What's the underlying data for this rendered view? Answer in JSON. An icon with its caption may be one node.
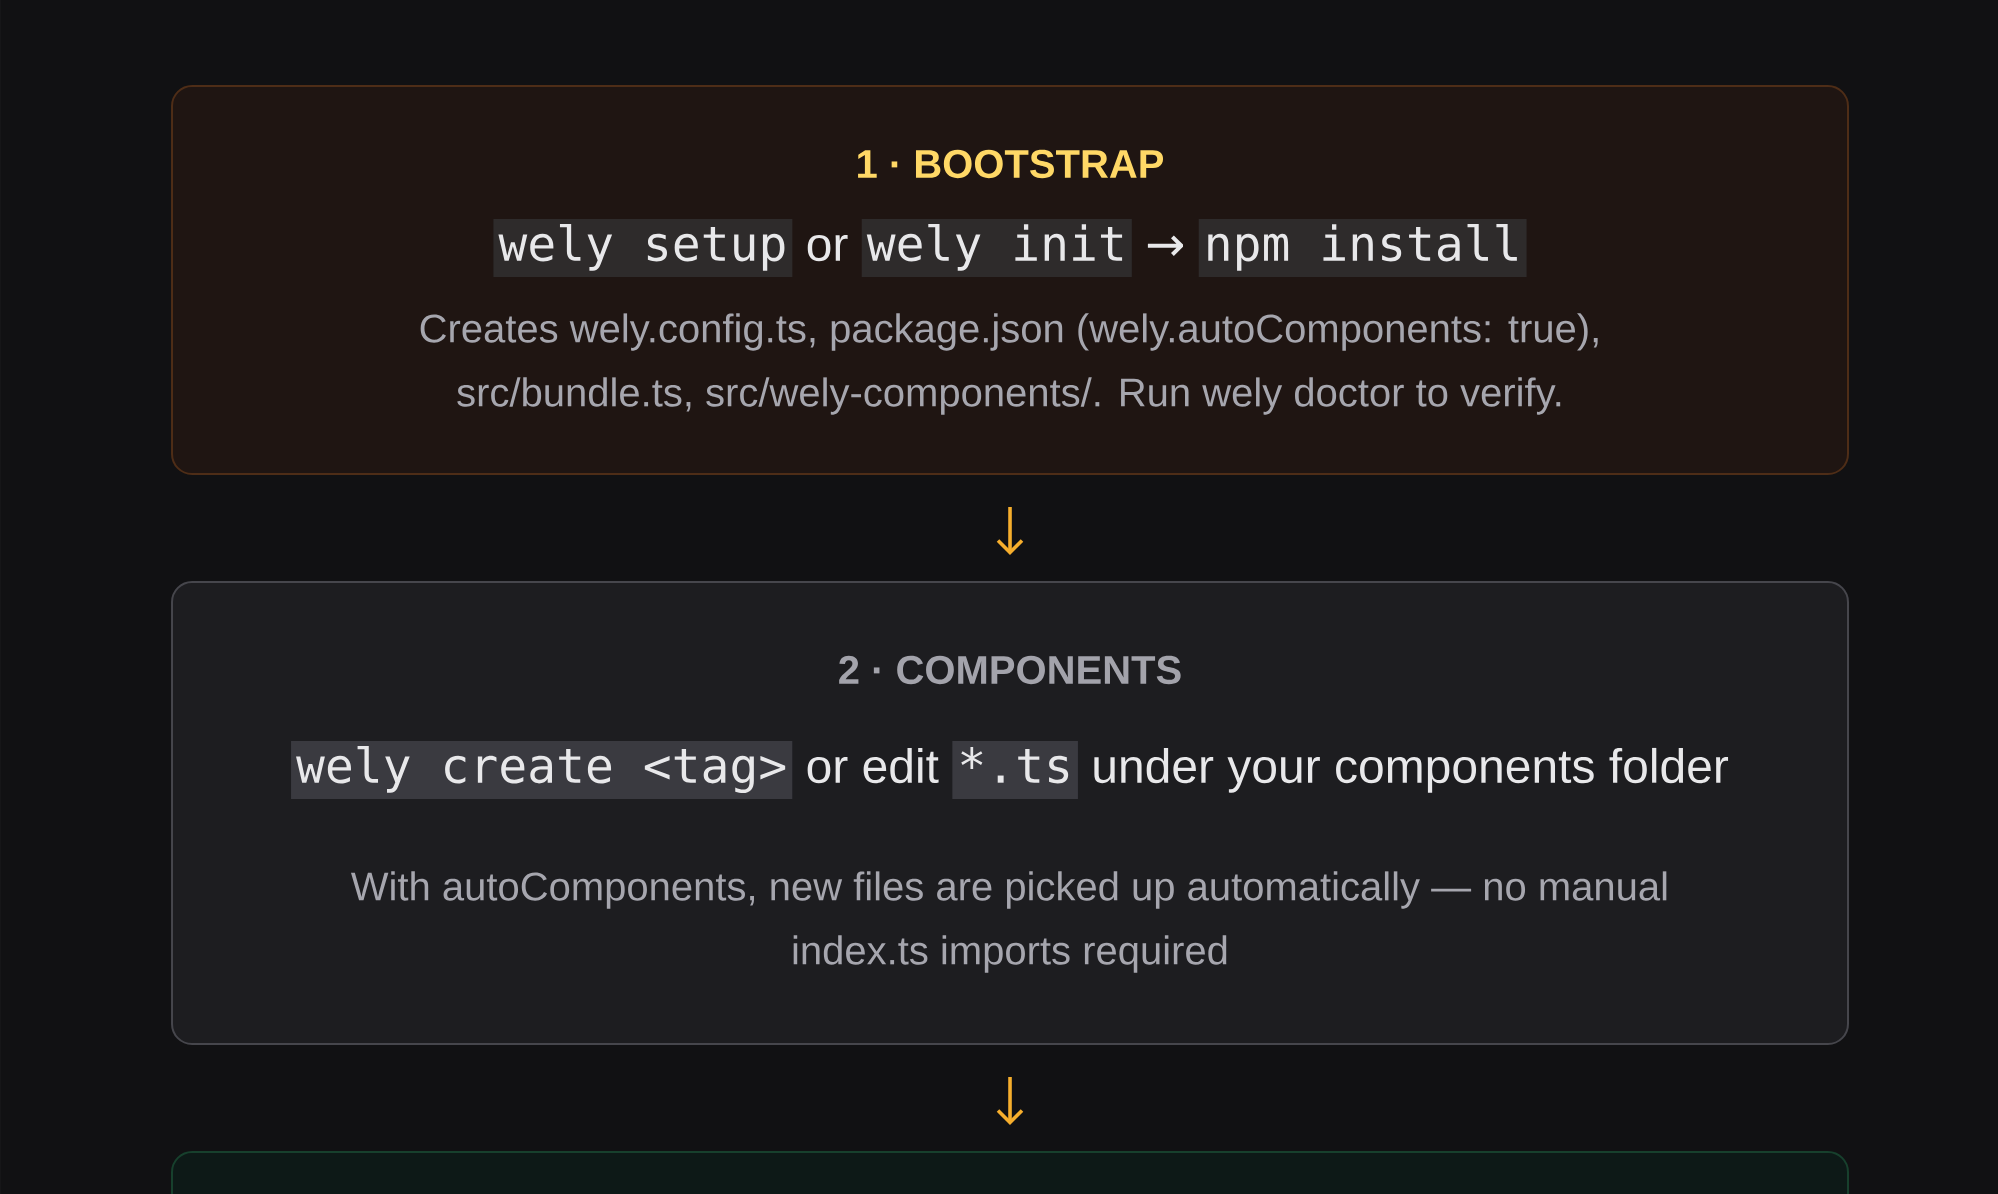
{
  "diagram": {
    "nodes": [
      {
        "text": [
          "1 · BOOTSTRAP",
          "wely setup",
          "or",
          "wely init",
          "→",
          "npm install",
          "Creates wely.config.ts, package.json (wely.autoComponents: true), src/bundle.ts, src/wely-components/. Run wely doctor to verify."
        ]
      },
      {
        "text": [
          "2 · COMPONENTS",
          "wely create <tag>",
          "or edit",
          "*.ts",
          "under your components folder",
          "With autoComponents, new files are picked up automatically — no manual index.ts imports required"
        ]
      },
      {
        "text": [],
        "shape": "box"
      }
    ],
    "edges": [
      {
        "from": 0,
        "to": 1,
        "arrow": "to"
      },
      {
        "from": 1,
        "to": 2,
        "arrow": "to"
      }
    ]
  }
}
